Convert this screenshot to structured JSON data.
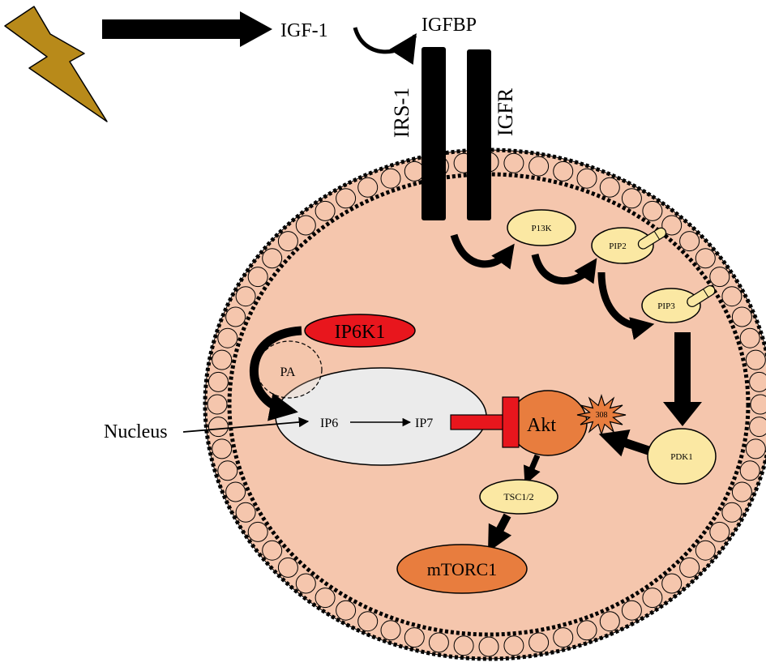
{
  "labels": {
    "igf1": "IGF-1",
    "igfbp": "IGFBP",
    "irs1": "IRS-1",
    "igfr": "IGFR",
    "pi3k": "P13K",
    "pip2": "PIP2",
    "pip3": "PIP3",
    "pdk1": "PDK1",
    "ip6k1": "IP6K1",
    "pa": "PA",
    "nucleus": "Nucleus",
    "ip6": "IP6",
    "ip7": "IP7",
    "akt": "Akt",
    "site308": "308",
    "tsc": "TSC1/2",
    "mtorc1": "mTORC1"
  },
  "colors": {
    "cytoplasm": "#f5c6ad",
    "membrane_bead": "#f5c6ad",
    "nucleus": "#ebebeb",
    "node_yellow": "#fbe8a3",
    "ip6k1_red": "#e8161d",
    "inhibitor_red": "#e8161d",
    "akt_orange": "#e87d3e",
    "burst_orange": "#e87d3e",
    "mtorc1_orange": "#e87d3e",
    "lightning": "#b88a1a",
    "arrow": "#000000"
  }
}
